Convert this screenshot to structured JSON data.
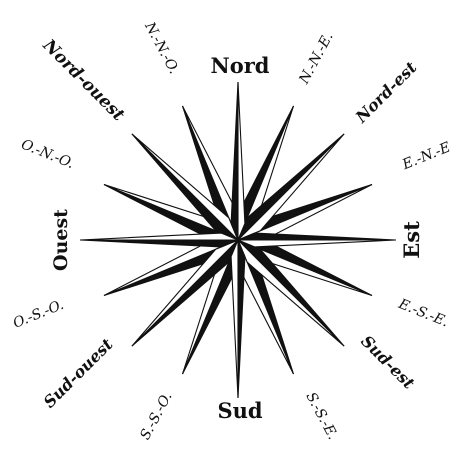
{
  "labels": {
    "nord": "Nord",
    "sud": "Sud",
    "est": "Est",
    "ouest": "Ouest",
    "nord_est": "Nord-est",
    "nord_ouest": "Nord-ouest",
    "sud_est": "Sud-est",
    "sud_ouest": "Sud-ouest",
    "nne": "N.-N.-E.",
    "nno": "N.-N.-O.",
    "ene": "E.-N.-E",
    "ese": "E.-S.-E.",
    "sse": "S.-S.-E.",
    "sso": "S.-S.-O.",
    "ono": "O.-N.-O.",
    "oso": "O.-S.-O."
  },
  "colors": {
    "ink": "#111111",
    "paper": "#ffffff"
  }
}
